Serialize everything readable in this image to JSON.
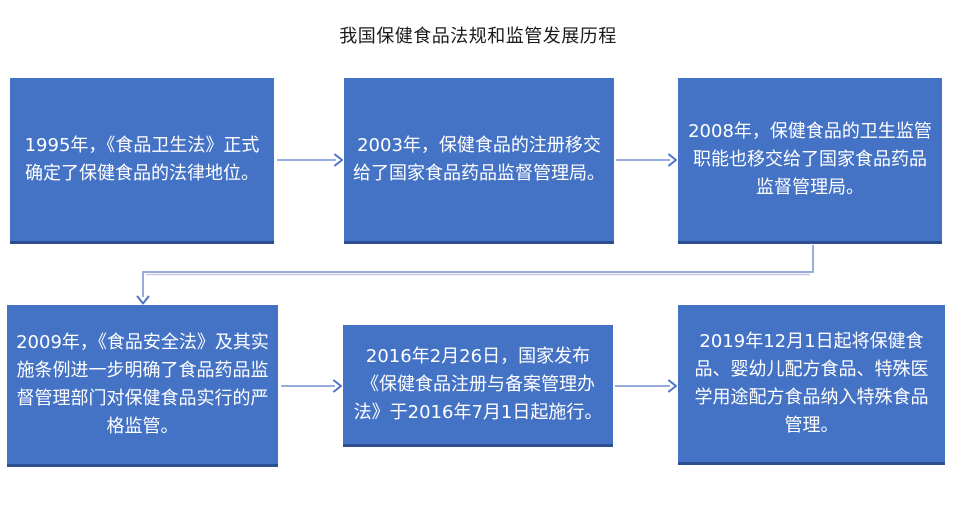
{
  "title": "我国保健食品法规和监管发展历程",
  "colors": {
    "node_fill": "#4472c4",
    "node_bottom_edge": "#2d4f92",
    "node_text": "#ffffff",
    "title_text": "#1a1a1a",
    "connector_line": "#99abdd",
    "connector_arrowhead": "#4e74c8",
    "background": "#ffffff"
  },
  "flowchart": {
    "type": "process-timeline",
    "rows": 2,
    "nodes": [
      {
        "id": "node-1995",
        "row": 1,
        "col": 1,
        "text": "1995年，《食品卫生法》正式确定了保健食品的法律地位。"
      },
      {
        "id": "node-2003",
        "row": 1,
        "col": 2,
        "text": "2003年，保健食品的注册移交给了国家食品药品监督管理局。"
      },
      {
        "id": "node-2008",
        "row": 1,
        "col": 3,
        "text": "2008年，保健食品的卫生监管职能也移交给了国家食品药品监督管理局。"
      },
      {
        "id": "node-2009",
        "row": 2,
        "col": 1,
        "text": "2009年，《食品安全法》及其实施条例进一步明确了食品药品监督管理部门对保健食品实行的严格监管。"
      },
      {
        "id": "node-2016",
        "row": 2,
        "col": 2,
        "text": "2016年2月26日，国家发布《保健食品注册与备案管理办法》于2016年7月1日起施行。"
      },
      {
        "id": "node-2019",
        "row": 2,
        "col": 3,
        "text": "2019年12月1日起将保健食品、婴幼儿配方食品、特殊医学用途配方食品纳入特殊食品管理。"
      }
    ],
    "connectors": [
      {
        "from": "node-1995",
        "to": "node-2003",
        "shape": "straight-right-arrow"
      },
      {
        "from": "node-2003",
        "to": "node-2008",
        "shape": "straight-right-arrow"
      },
      {
        "from": "node-2008",
        "to": "node-2009",
        "shape": "elbow-down-left-down-arrow"
      },
      {
        "from": "node-2009",
        "to": "node-2016",
        "shape": "straight-right-arrow"
      },
      {
        "from": "node-2016",
        "to": "node-2019",
        "shape": "straight-right-arrow"
      }
    ]
  }
}
